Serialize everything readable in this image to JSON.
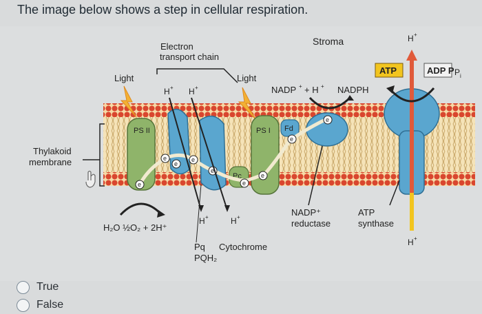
{
  "question": {
    "text": "The image below shows a step in cellular respiration."
  },
  "figure": {
    "labels": {
      "stroma": "Stroma",
      "etc_line1": "Electron",
      "etc_line2": "transport chain",
      "light_left": "Light",
      "light_right": "Light",
      "thylakoid_line1": "Thylakoid",
      "thylakoid_line2": "membrane",
      "ps2": "PS II",
      "ps1": "PS I",
      "fd": "Fd",
      "pc": "Pc",
      "e": "e",
      "h_plus": "H",
      "nadp_plus_h": "NADP",
      "nadph": "NADPH",
      "atp_box": "ATP",
      "adp_pi": "ADP P",
      "water_split": "H₂O  ½O₂ + 2H⁺",
      "pq": "Pq",
      "pqh2": "PQH₂",
      "cytochrome": "Cytochrome",
      "nadp_reductase_line1": "NADP⁺",
      "nadp_reductase_line2": "reductase",
      "atp_synthase_line1": "ATP",
      "atp_synthase_line2": "synthase",
      "plus": "+",
      "plus_h": "+ H",
      "sub_i": "i"
    },
    "colors": {
      "membrane_head": "#d9462e",
      "ps_green": "#8fb46a",
      "protein_blue": "#5aa6cf",
      "lightning": "#f2b134",
      "atp_red": "#e05a3a"
    }
  },
  "options": [
    {
      "label": "True"
    },
    {
      "label": "False"
    }
  ]
}
